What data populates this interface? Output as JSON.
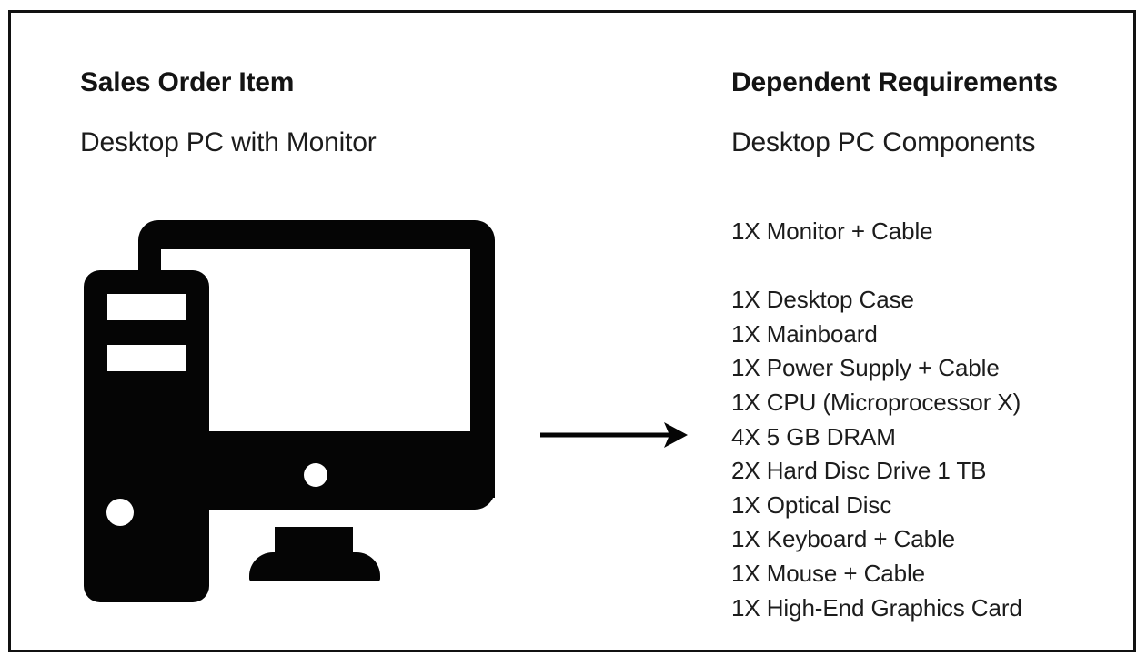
{
  "left_column": {
    "heading": "Sales Order Item",
    "subheading": "Desktop PC with Monitor",
    "icon": "desktop-computer-with-monitor-icon"
  },
  "right_column": {
    "heading": "Dependent Requirements",
    "subheading": "Desktop PC Components",
    "items": [
      {
        "text": "1X Monitor + Cable",
        "quantity": "1X",
        "component": "Monitor + Cable",
        "gap_after": true
      },
      {
        "text": "1X Desktop Case",
        "quantity": "1X",
        "component": "Desktop Case",
        "gap_after": false
      },
      {
        "text": "1X Mainboard",
        "quantity": "1X",
        "component": "Mainboard",
        "gap_after": false
      },
      {
        "text": "1X Power Supply + Cable",
        "quantity": "1X",
        "component": "Power Supply + Cable",
        "gap_after": false
      },
      {
        "text": "1X CPU (Microprocessor X)",
        "quantity": "1X",
        "component": "CPU (Microprocessor X)",
        "gap_after": false
      },
      {
        "text": "4X 5 GB DRAM",
        "quantity": "4X",
        "component": "5 GB DRAM",
        "gap_after": false
      },
      {
        "text": "2X Hard Disc Drive 1 TB",
        "quantity": "2X",
        "component": "Hard Disc Drive 1 TB",
        "gap_after": false
      },
      {
        "text": "1X Optical Disc",
        "quantity": "1X",
        "component": "Optical Disc",
        "gap_after": false
      },
      {
        "text": "1X Keyboard + Cable",
        "quantity": "1X",
        "component": "Keyboard + Cable",
        "gap_after": false
      },
      {
        "text": "1X Mouse + Cable",
        "quantity": "1X",
        "component": "Mouse + Cable",
        "gap_after": false
      },
      {
        "text": "1X High-End Graphics Card",
        "quantity": "1X",
        "component": "High-End Graphics Card",
        "gap_after": false
      }
    ]
  },
  "connector": {
    "icon": "right-arrow-icon",
    "direction": "left-to-right"
  },
  "colors": {
    "text": "#1c1c1c",
    "heading": "#141414",
    "icon_fill": "#050505",
    "border": "#111111",
    "background": "#ffffff"
  }
}
